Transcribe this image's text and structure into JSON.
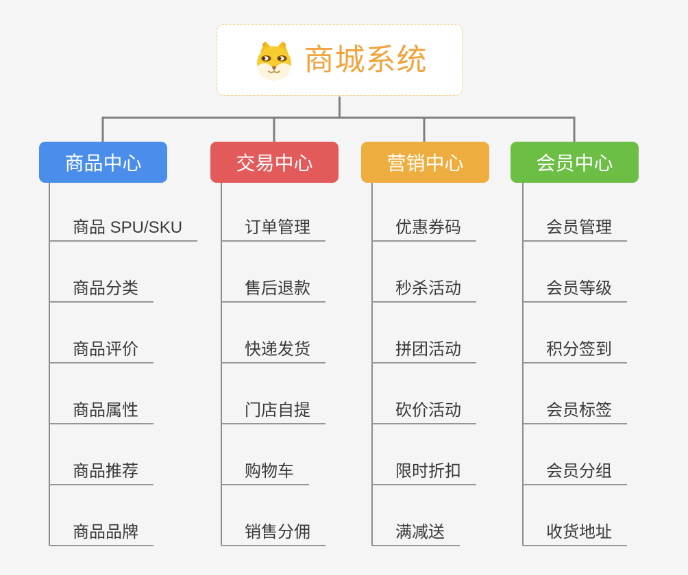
{
  "root": {
    "title": "商城系统",
    "icon": "dog-face-icon"
  },
  "branches": [
    {
      "label": "商品中心",
      "color": "#4b8dea",
      "items": [
        "商品 SPU/SKU",
        "商品分类",
        "商品评价",
        "商品属性",
        "商品推荐",
        "商品品牌"
      ]
    },
    {
      "label": "交易中心",
      "color": "#e35a5a",
      "items": [
        "订单管理",
        "售后退款",
        "快递发货",
        "门店自提",
        "购物车",
        "销售分佣"
      ]
    },
    {
      "label": "营销中心",
      "color": "#eeae3f",
      "items": [
        "优惠券码",
        "秒杀活动",
        "拼团活动",
        "砍价活动",
        "限时折扣",
        "满减送"
      ]
    },
    {
      "label": "会员中心",
      "color": "#6cbe45",
      "items": [
        "会员管理",
        "会员等级",
        "积分签到",
        "会员标签",
        "会员分组",
        "收货地址"
      ]
    }
  ],
  "colors": {
    "page_bg": "#f5f5f5",
    "root_title": "#f0a43d",
    "root_border": "#f2bd62",
    "connector": "#7f7f7f",
    "trunk": "#8c8c8c",
    "underline": "#969696",
    "leaf_text": "#3a3a3a"
  }
}
